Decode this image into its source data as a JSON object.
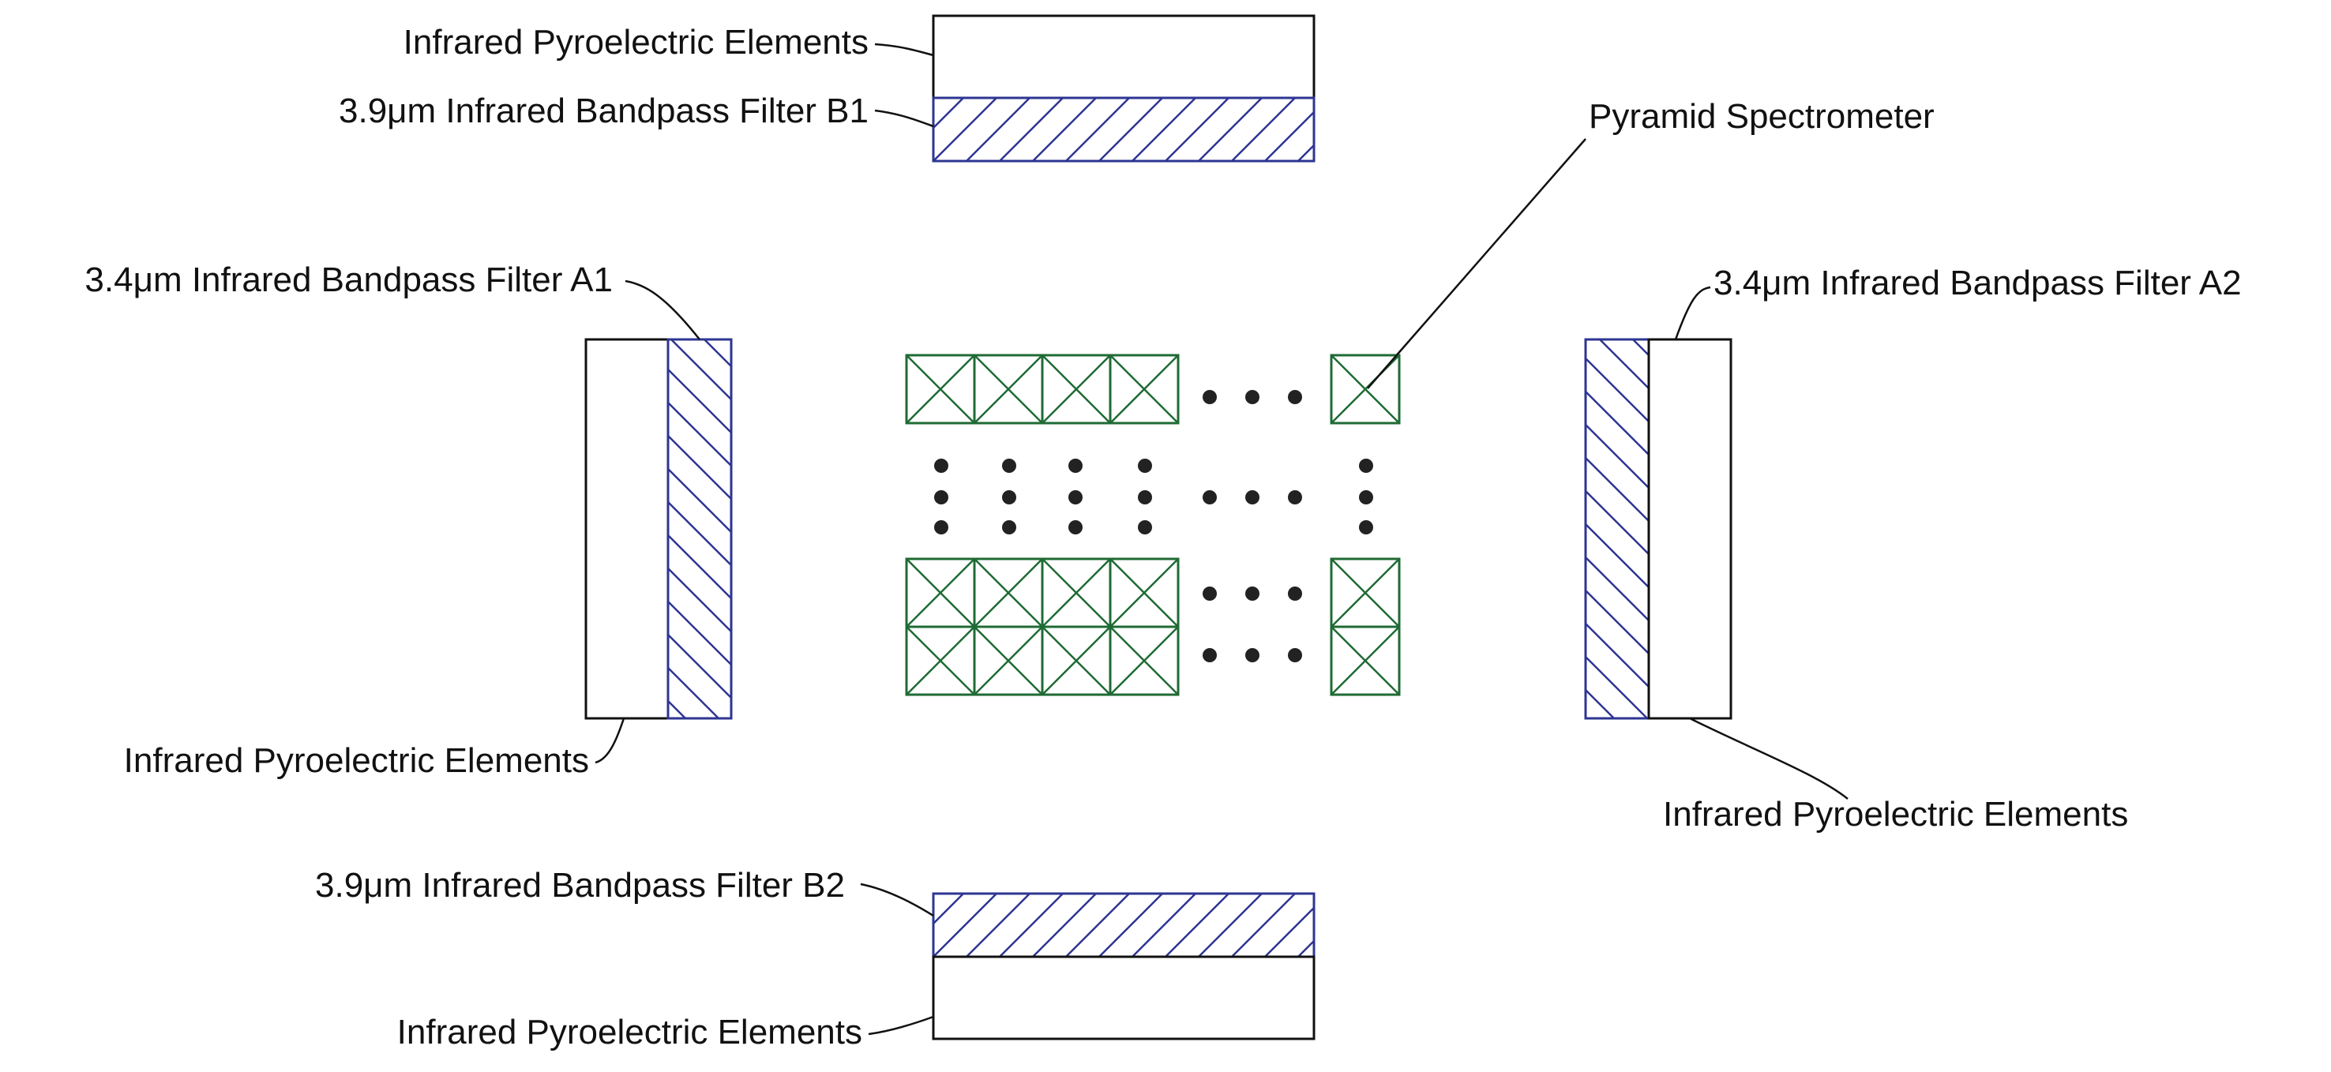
{
  "labels": {
    "pyro_top": "Infrared Pyroelectric Elements",
    "filter_b1": "3.9μm Infrared Bandpass Filter B1",
    "filter_a1": "3.4μm Infrared Bandpass Filter A1",
    "pyro_left": "Infrared Pyroelectric Elements",
    "pyramid": "Pyramid Spectrometer",
    "filter_a2": "3.4μm Infrared Bandpass Filter A2",
    "pyro_right": "Infrared Pyroelectric Elements",
    "filter_b2": "3.9μm Infrared Bandpass Filter B2",
    "pyro_bottom": "Infrared Pyroelectric Elements"
  },
  "colors": {
    "filter": "#2e3592",
    "pyramid": "#1f6b35",
    "outline": "#111111",
    "dot": "#222222"
  },
  "pyramid_grid": {
    "top_row_cells": 4,
    "bottom_rows": 2,
    "bottom_row_cells": 4,
    "trailing_cells": 1
  }
}
